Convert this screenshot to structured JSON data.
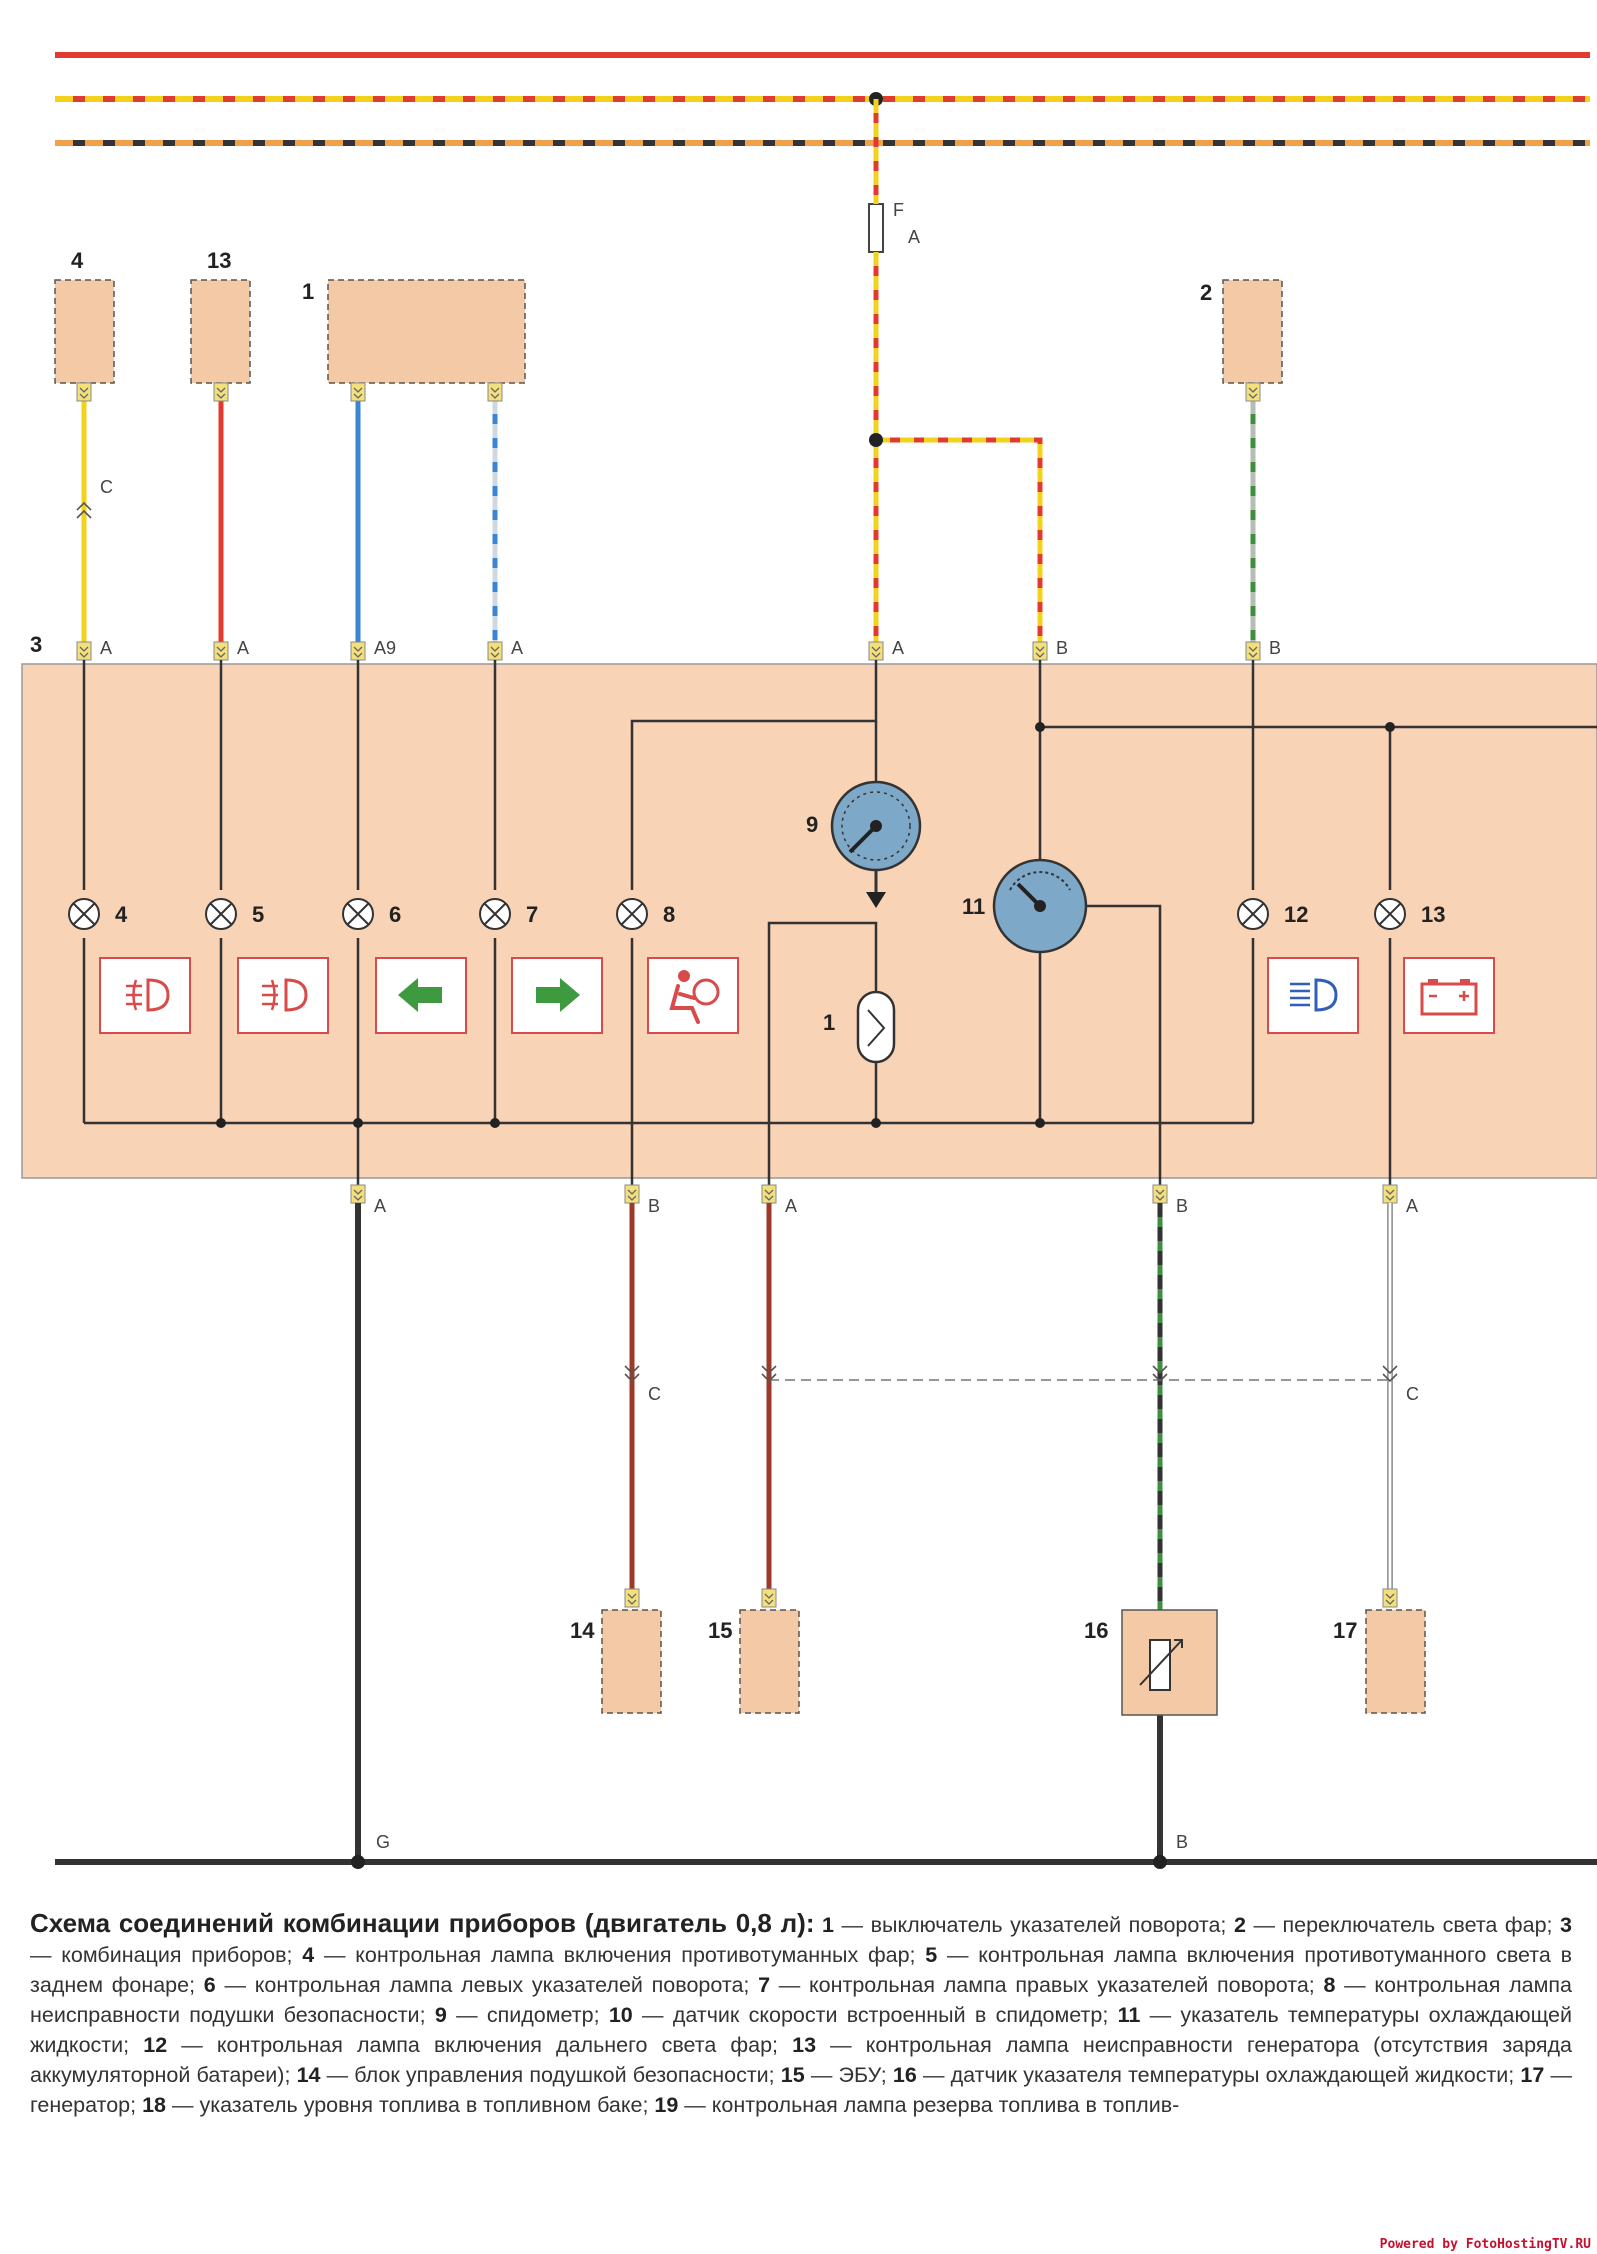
{
  "legend": {
    "title": "Схема соединений комбинации приборов (двигатель 0,8 л):",
    "items": [
      {
        "num": "1",
        "text": "выключатель указателей поворота;"
      },
      {
        "num": "2",
        "text": "пере­ключатель света фар;"
      },
      {
        "num": "3",
        "text": "комбинация приборов;"
      },
      {
        "num": "4",
        "text": "контрольная лампа включения противотуманных фар;"
      },
      {
        "num": "5",
        "text": "контроль­ная лампа включения противотуманного света в заднем фонаре;"
      },
      {
        "num": "6",
        "text": "контрольная лампа левых указателей поворота;"
      },
      {
        "num": "7",
        "text": "кон­трольная лампа правых указателей поворота;"
      },
      {
        "num": "8",
        "text": "контрольная лампа неисправности подушки безопасности;"
      },
      {
        "num": "9",
        "text": "спидометр;"
      },
      {
        "num": "10",
        "text": "датчик скорости встроенный в спидометр;"
      },
      {
        "num": "11",
        "text": "указатель температуры охлаждающей жидкости;"
      },
      {
        "num": "12",
        "text": "контрольная лампа включения дальнего света фар;"
      },
      {
        "num": "13",
        "text": "контрольная лампа неисправности генератора (отсутствия заряда аккумуляторной батареи);"
      },
      {
        "num": "14",
        "text": "блок управления подушкой безопасности;"
      },
      {
        "num": "15",
        "text": "ЭБУ;"
      },
      {
        "num": "16",
        "text": "датчик указателя температуры охлаждающей жид­кости;"
      },
      {
        "num": "17",
        "text": "генератор;"
      },
      {
        "num": "18",
        "text": "указатель уровня топлива в топливном баке;"
      },
      {
        "num": "19",
        "text": "контрольная лампа резерва топлива в топлив-"
      }
    ]
  },
  "diagram": {
    "top_components": {
      "c4": "4",
      "c13": "13",
      "c1": "1",
      "c2": "2"
    },
    "cluster_label": "3",
    "fuse": {
      "f": "F",
      "a": "A"
    },
    "top_pins": [
      "A",
      "A",
      "A9",
      "A",
      "A",
      "B",
      "B"
    ],
    "lamps": [
      "4",
      "5",
      "6",
      "7",
      "8",
      "12",
      "13"
    ],
    "gauges": {
      "speedometer": "9",
      "temp": "11",
      "sensor": "1"
    },
    "bottom_pins": [
      "A",
      "B",
      "A",
      "B",
      "A"
    ],
    "connector_c": [
      "C",
      "C",
      "C"
    ],
    "bottom_components": [
      "14",
      "15",
      "16",
      "17"
    ],
    "ground_labels": [
      "G",
      "B"
    ],
    "colors": {
      "red": "#e13a2f",
      "yellow": "#f2d21c",
      "orange": "#f0a04b",
      "blue": "#3a86d4",
      "lightblue": "#9fc3e6",
      "green": "#3e8f3e",
      "brown": "#9c3a2a",
      "black": "#333333",
      "grey": "#bdbdbd",
      "panel": "#f8d3b6",
      "component": "#f4c9a5"
    }
  },
  "credit": "Powered by FotoHostingTV.RU"
}
